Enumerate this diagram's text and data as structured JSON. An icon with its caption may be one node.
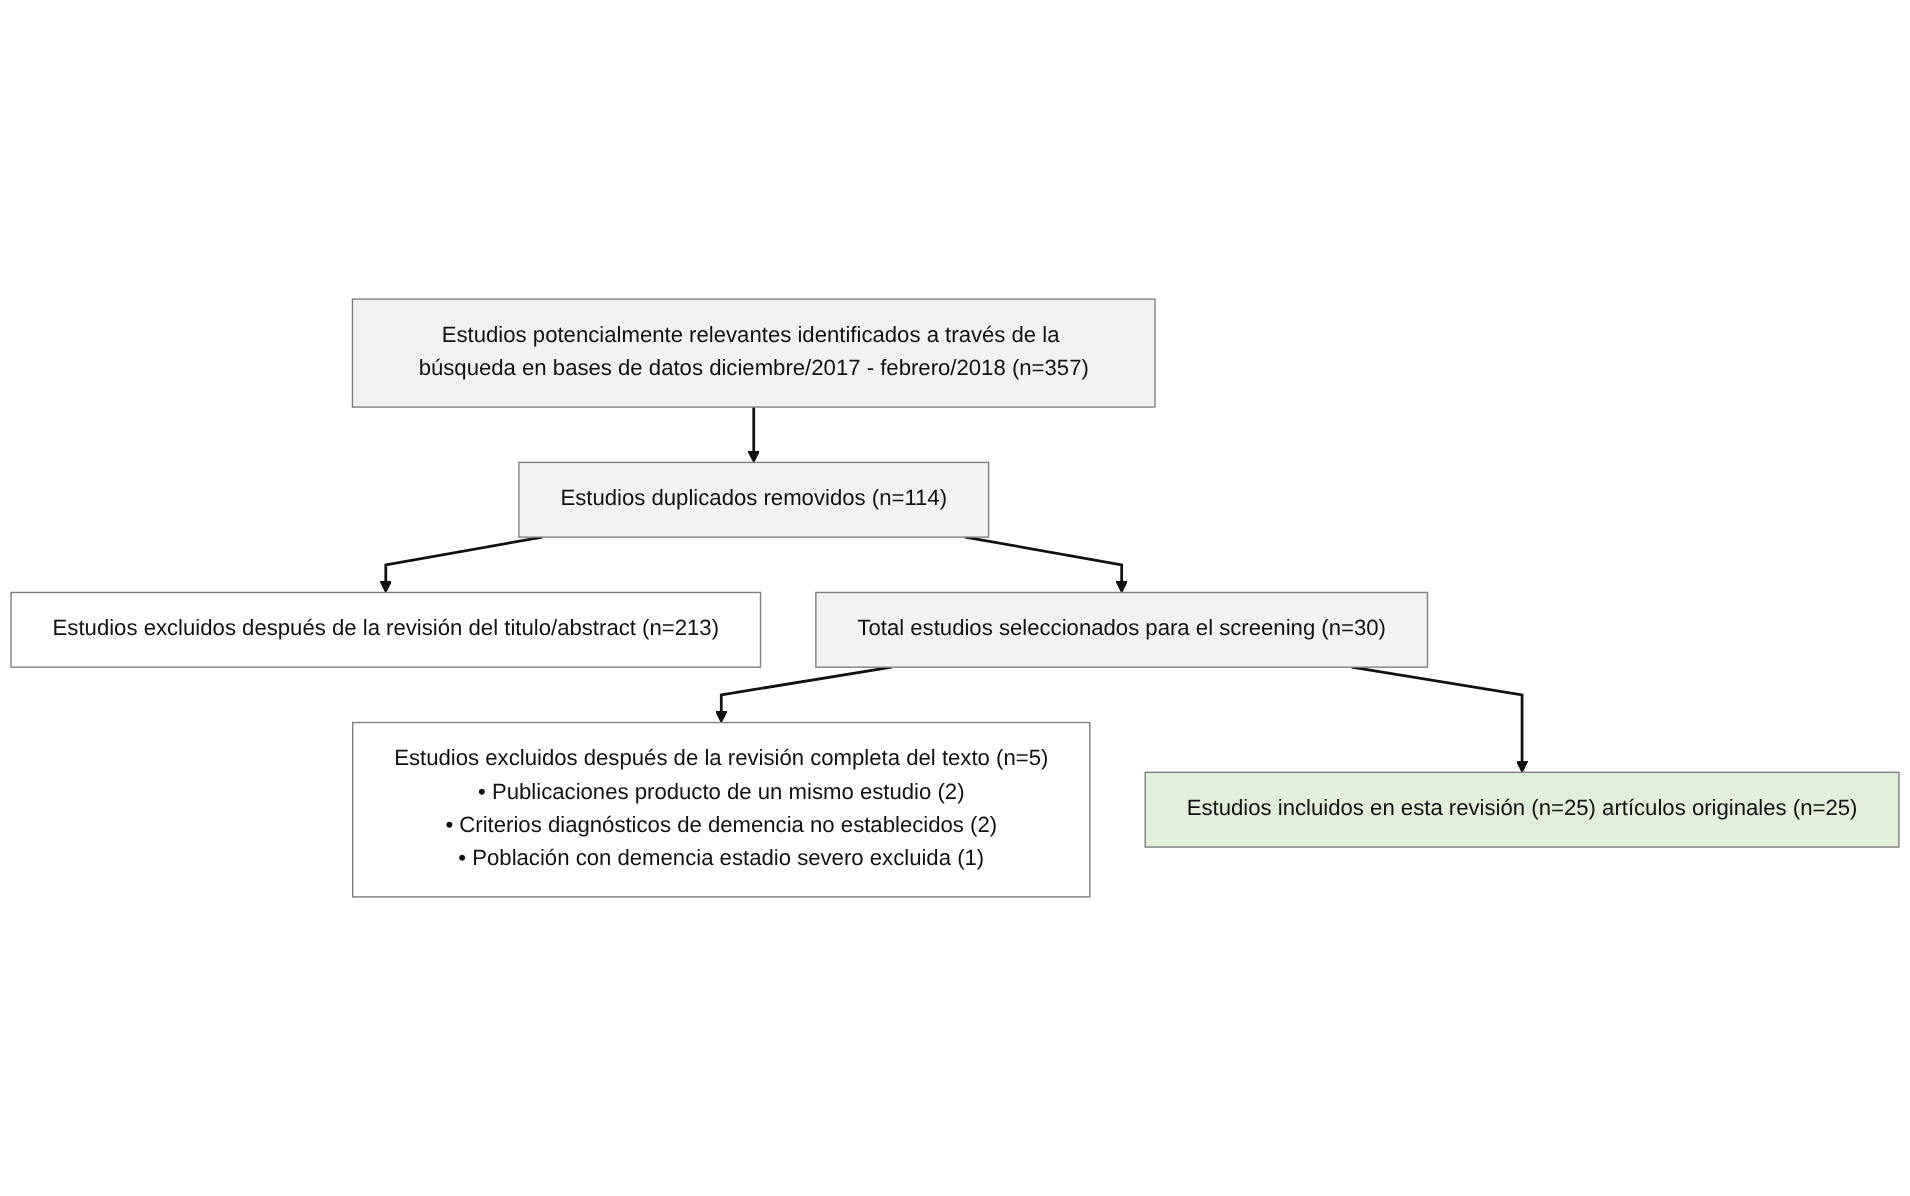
{
  "diagram": {
    "nodes": [
      {
        "text": [
          "Estudios potencialmente relevantes identificados a través de la búsqueda en bases de datos diciembre/2017 - febrero/2018 (n=357)"
        ]
      },
      {
        "text": [
          "Estudios duplicados removidos (n=114)"
        ]
      },
      {
        "text": [
          "Estudios excluidos después de la revisión del titulo/abstract (n=213)"
        ]
      },
      {
        "text": [
          "Total estudios seleccionados para el screening (n=30)"
        ]
      },
      {
        "text": [
          "Estudios excluidos después de la revisión completa del texto (n=5)",
          "• Publicaciones producto de un mismo estudio (2)",
          "• Criterios diagnósticos de demencia no establecidos (2)",
          "• Población con demencia estadio severo excluida (1)"
        ]
      },
      {
        "text": [
          "Estudios incluidos en esta revisión (n=25) artículos originales (n=25)"
        ]
      }
    ],
    "edges": [
      {
        "from": 0,
        "to": 1,
        "arrow": "to"
      },
      {
        "from": 1,
        "to": 2,
        "arrow": "to"
      },
      {
        "from": 1,
        "to": 3,
        "arrow": "to"
      },
      {
        "from": 3,
        "to": 4,
        "arrow": "to"
      },
      {
        "from": 3,
        "to": 5,
        "arrow": "to"
      }
    ]
  }
}
